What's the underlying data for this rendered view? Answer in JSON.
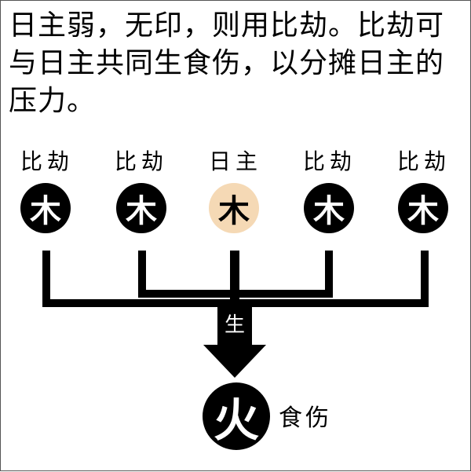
{
  "caption": "日主弱，无印，则用比劫。比劫可与日主共同生食伤，以分摊日主的压力。",
  "colors": {
    "circle_dark": "#000000",
    "circle_highlight": "#f5d9b5",
    "highlight_text": "#000000",
    "circle_text": "#ffffff",
    "line": "#000000"
  },
  "nodes": [
    {
      "label": "比劫",
      "char": "木",
      "highlight": false
    },
    {
      "label": "比劫",
      "char": "木",
      "highlight": false
    },
    {
      "label": "日主",
      "char": "木",
      "highlight": true
    },
    {
      "label": "比劫",
      "char": "木",
      "highlight": false
    },
    {
      "label": "比劫",
      "char": "木",
      "highlight": false
    }
  ],
  "arrow_label": "生",
  "output": {
    "char": "火",
    "label": "食伤"
  }
}
